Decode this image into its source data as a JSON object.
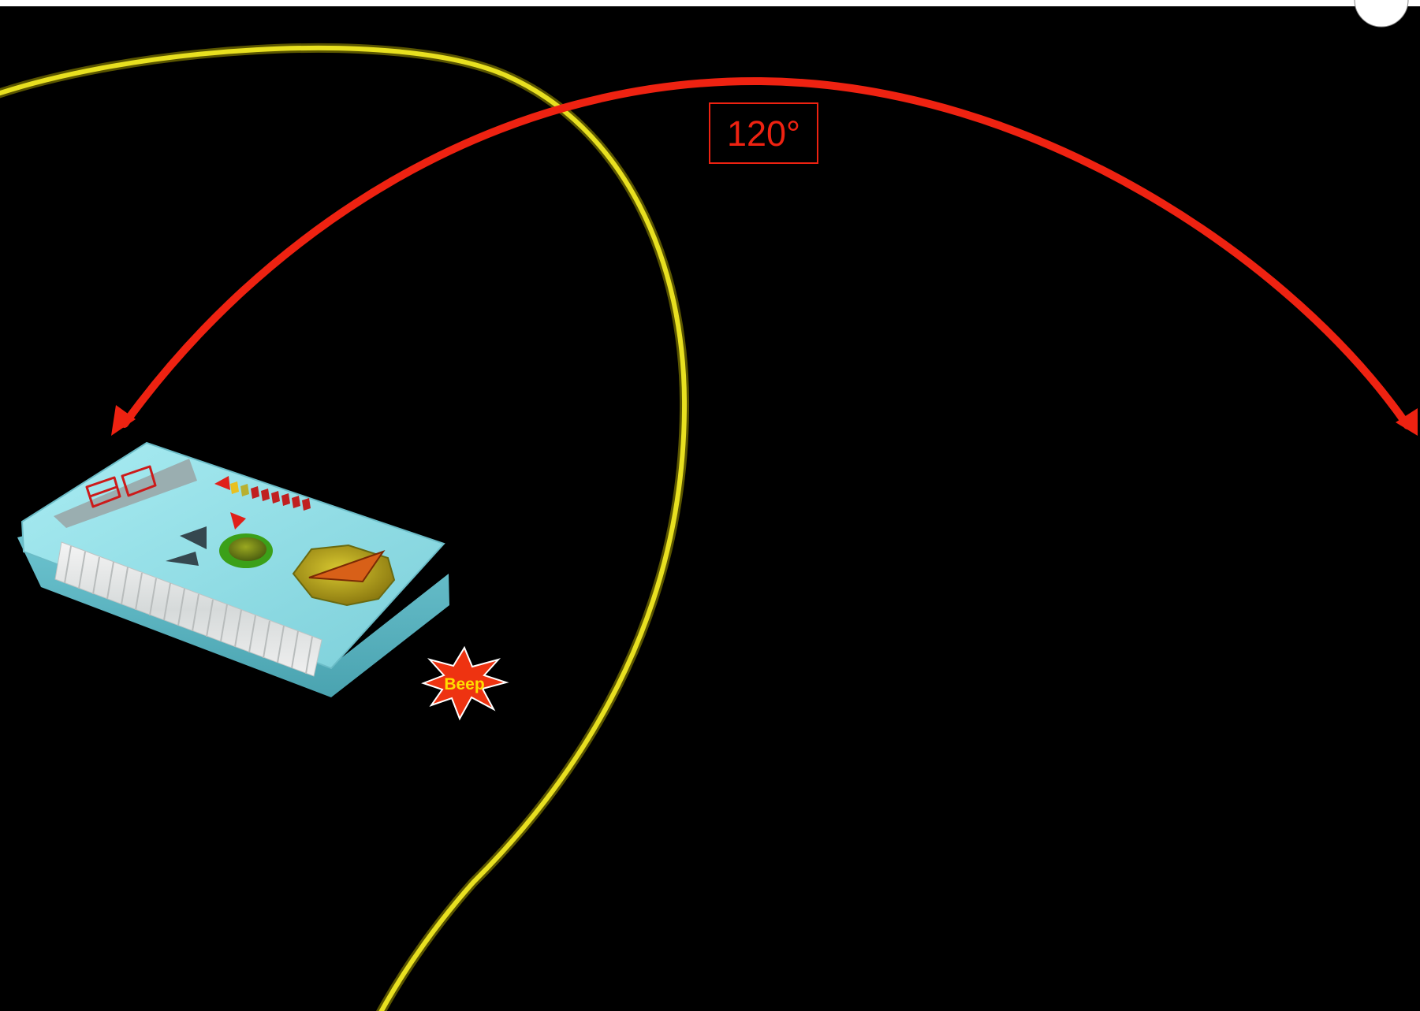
{
  "angle_label": "120°",
  "beep_label": "Beep",
  "device": {
    "display_digits": "80"
  },
  "colors": {
    "background": "#000000",
    "detection_ring": "#e8e020",
    "angle_arc": "#ee2211",
    "device_body": "#8fdce4",
    "burst_fill": "#ee3311",
    "burst_text": "#ffdd00"
  }
}
